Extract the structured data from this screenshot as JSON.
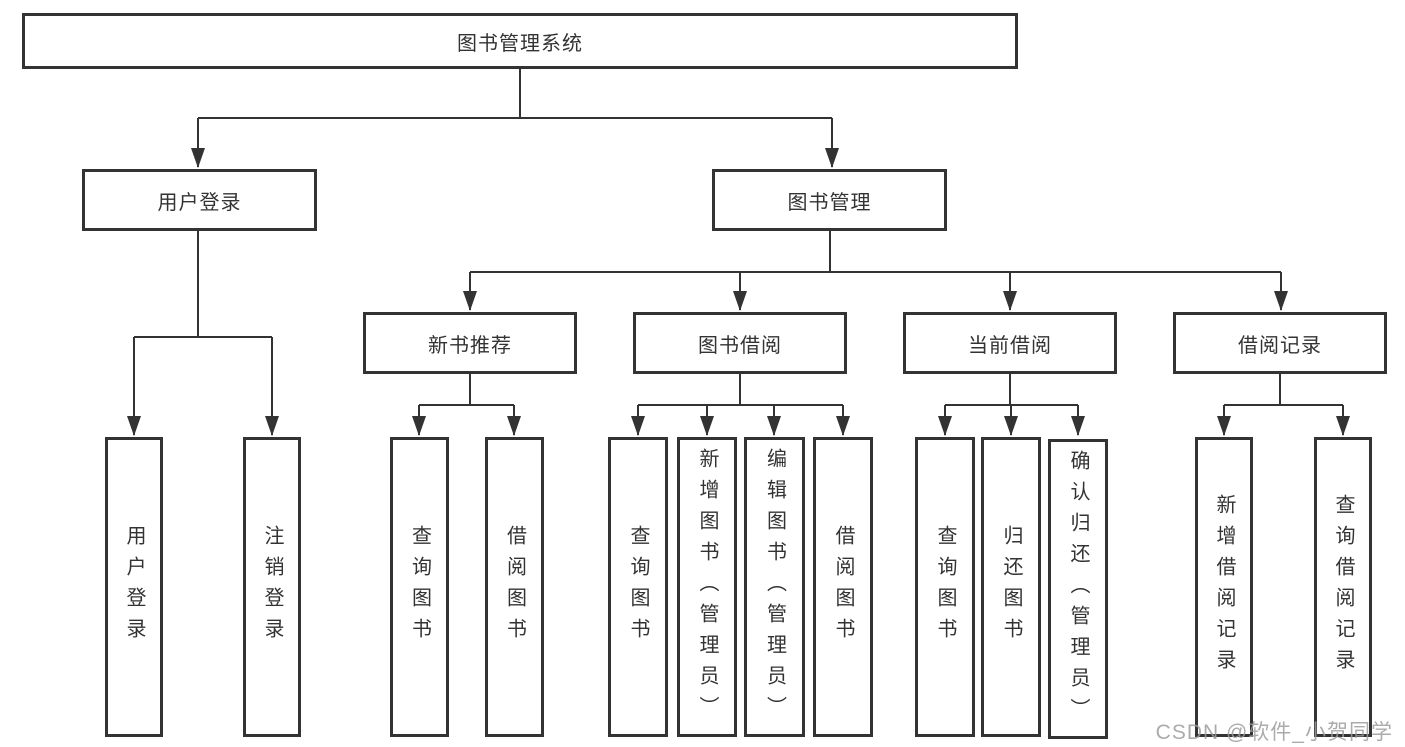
{
  "colors": {
    "line": "#333333",
    "border": "#333333",
    "text": "#333333",
    "background": "#ffffff",
    "watermark": "#9d9d9d"
  },
  "watermark": {
    "text": "CSDN @软件_小贺同学"
  },
  "tree": {
    "root": {
      "label": "图书管理系统",
      "children": [
        {
          "label": "用户登录",
          "children": [
            {
              "label": "用户登录"
            },
            {
              "label": "注销登录"
            }
          ]
        },
        {
          "label": "图书管理",
          "children": [
            {
              "label": "新书推荐",
              "children": [
                {
                  "label": "查询图书"
                },
                {
                  "label": "借阅图书"
                }
              ]
            },
            {
              "label": "图书借阅",
              "children": [
                {
                  "label": "查询图书"
                },
                {
                  "label": "新增图书（管理员）"
                },
                {
                  "label": "编辑图书（管理员）"
                },
                {
                  "label": "借阅图书"
                }
              ]
            },
            {
              "label": "当前借阅",
              "children": [
                {
                  "label": "查询图书"
                },
                {
                  "label": "归还图书"
                },
                {
                  "label": "确认归还（管理员）"
                }
              ]
            },
            {
              "label": "借阅记录",
              "children": [
                {
                  "label": "新增借阅记录"
                },
                {
                  "label": "查询借阅记录"
                }
              ]
            }
          ]
        }
      ]
    }
  }
}
